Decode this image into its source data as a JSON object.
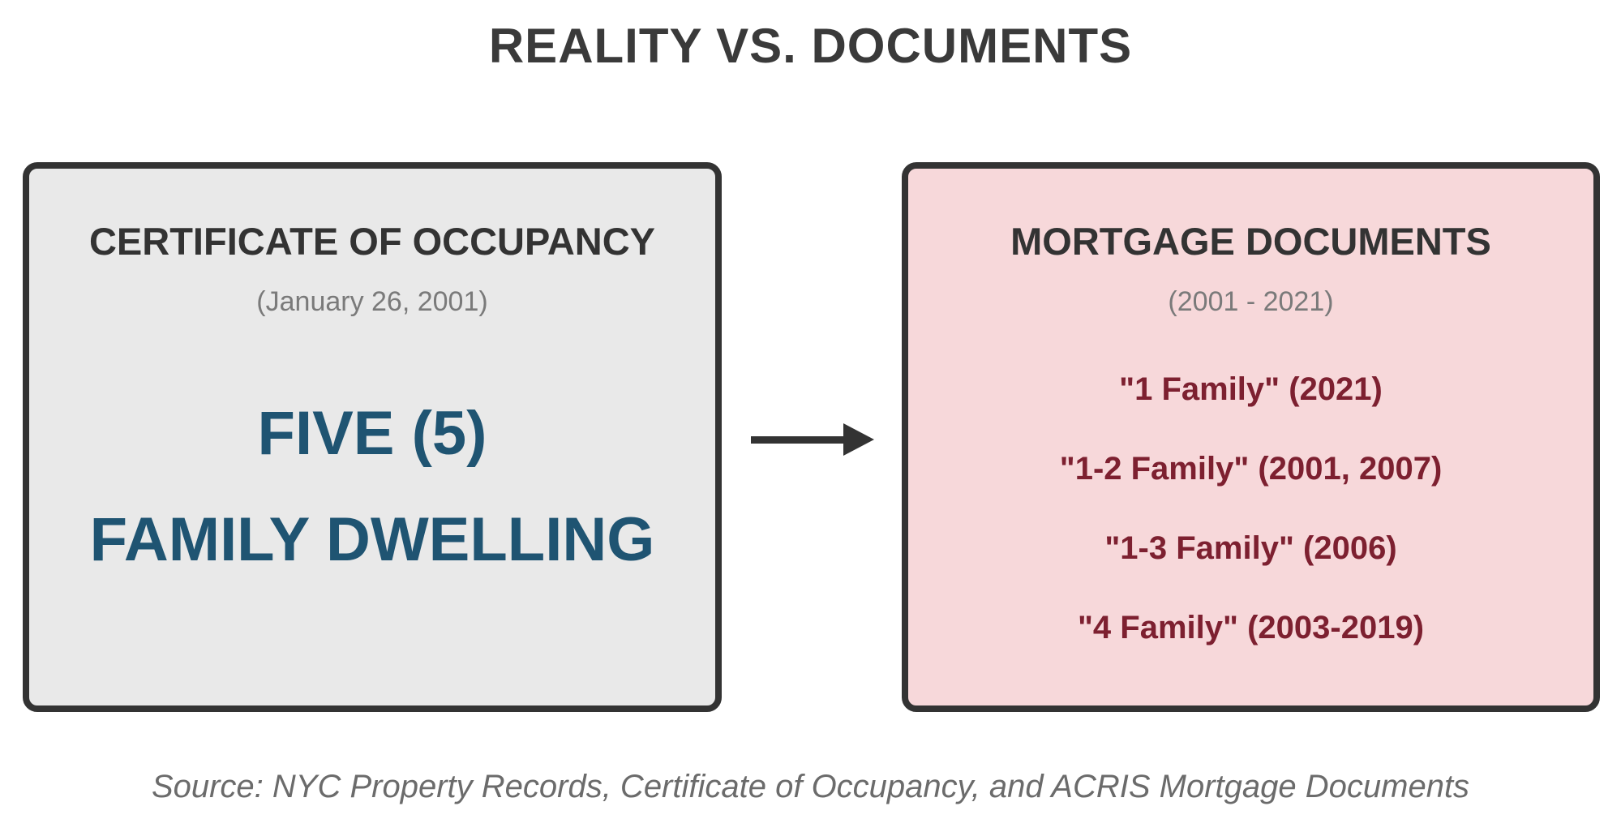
{
  "title": "REALITY VS. DOCUMENTS",
  "left_box": {
    "heading": "CERTIFICATE OF OCCUPANCY",
    "subheading": "(January 26, 2001)",
    "main_line1": "FIVE (5)",
    "main_line2": "FAMILY DWELLING"
  },
  "arrow": {
    "icon": "arrow-right-icon",
    "direction": "left-to-right"
  },
  "right_box": {
    "heading": "MORTGAGE DOCUMENTS",
    "subheading": "(2001 - 2021)",
    "items": [
      "\"1 Family\" (2021)",
      "\"1-2 Family\" (2001, 2007)",
      "\"1-3 Family\" (2006)",
      "\"4 Family\" (2003-2019)"
    ]
  },
  "source": "Source: NYC Property Records, Certificate of Occupancy, and ACRIS Mortgage Documents",
  "colors": {
    "title_text": "#3a3a3a",
    "box_border": "#333333",
    "left_box_bg": "#e9e9e9",
    "right_box_bg": "#f7d8da",
    "occupancy_accent_blue": "#1f5472",
    "mortgage_accent_red": "#7d2030",
    "subheading_gray": "#7a7a7a",
    "source_gray": "#6b6b6b",
    "arrow": "#333333"
  }
}
